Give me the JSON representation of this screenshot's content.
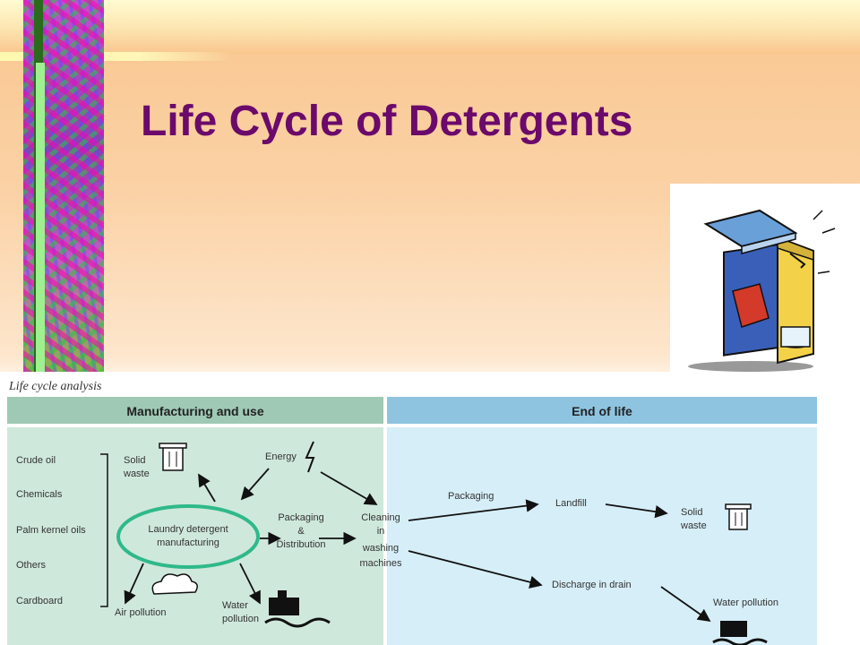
{
  "slide": {
    "title": "Life Cycle of Detergents"
  },
  "diagram": {
    "caption": "Life cycle analysis",
    "left_header": "Manufacturing and use",
    "right_header": "End of life",
    "inputs": [
      "Crude oil",
      "Chemicals",
      "Palm kernel oils",
      "Others",
      "Cardboard"
    ],
    "solid_waste_top": [
      "Solid",
      "waste"
    ],
    "energy": "Energy",
    "manufacturing": [
      "Laundry detergent",
      "manufacturing"
    ],
    "packaging_distribution": [
      "Packaging",
      "&",
      "Distribution"
    ],
    "cleaning": [
      "Cleaning",
      "in",
      "washing",
      "machines"
    ],
    "air_pollution": "Air pollution",
    "water_pollution_left": [
      "Water",
      "pollution"
    ],
    "packaging_right": "Packaging",
    "landfill": "Landfill",
    "solid_waste_right": [
      "Solid",
      "waste"
    ],
    "discharge": "Discharge in drain",
    "water_pollution_right": "Water pollution"
  },
  "colors": {
    "title": "#6b0a6b",
    "left_panel": "#cfe8dc",
    "right_panel": "#d6eef8",
    "ellipse": "#2fb98a"
  }
}
